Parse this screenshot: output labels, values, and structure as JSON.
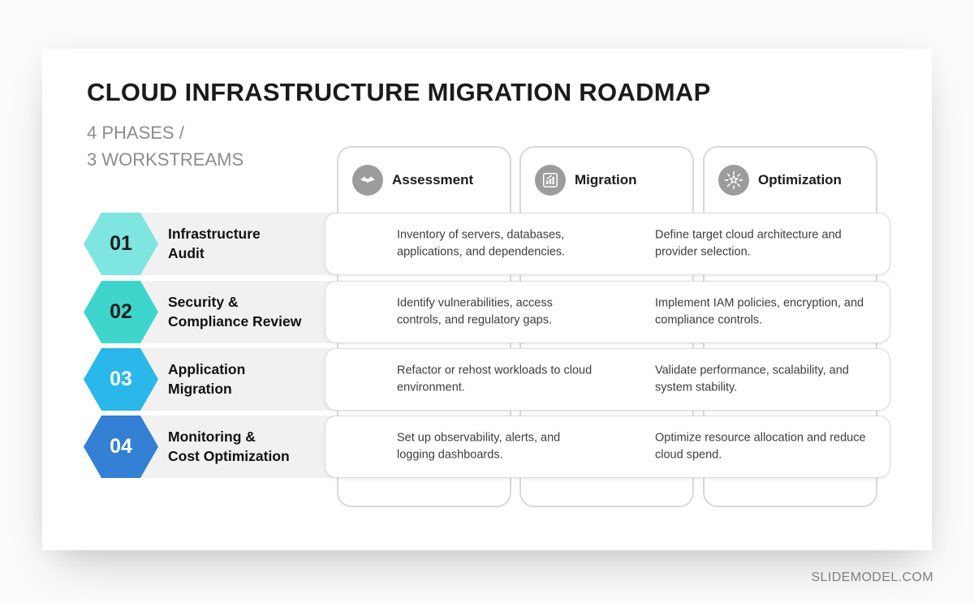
{
  "slide": {
    "title": "CLOUD INFRASTRUCTURE MIGRATION ROADMAP",
    "subtitle_line1": "4 PHASES /",
    "subtitle_line2": "3 WORKSTREAMS"
  },
  "workstreams": [
    {
      "label": "Assessment",
      "icon": "handshake-icon"
    },
    {
      "label": "Migration",
      "icon": "bar-chart-icon"
    },
    {
      "label": "Optimization",
      "icon": "starburst-icon"
    }
  ],
  "phases": [
    {
      "number": "01",
      "label_line1": "Infrastructure",
      "label_line2": "Audit",
      "hex_color": "#7ee5e1",
      "number_color": "#1f1f1f",
      "cells": [
        "Inventory of servers, databases, applications, and dependencies.",
        "Define target cloud architecture and provider selection."
      ]
    },
    {
      "number": "02",
      "label_line1": "Security &",
      "label_line2": "Compliance Review",
      "hex_color": "#3ed6cc",
      "number_color": "#1f1f1f",
      "cells": [
        "Identify vulnerabilities, access controls, and regulatory gaps.",
        "Implement IAM policies, encryption, and compliance controls."
      ]
    },
    {
      "number": "03",
      "label_line1": "Application",
      "label_line2": "Migration",
      "hex_color": "#29b8e9",
      "number_color": "#ffffff",
      "cells": [
        "Refactor or rehost workloads to cloud environment.",
        "Validate performance, scalability, and system stability."
      ]
    },
    {
      "number": "04",
      "label_line1": "Monitoring &",
      "label_line2": "Cost Optimization",
      "hex_color": "#3380d4",
      "number_color": "#ffffff",
      "cells": [
        "Set up observability, alerts, and logging dashboards.",
        "Optimize resource allocation and reduce cloud spend."
      ]
    }
  ],
  "footer": {
    "brand": "SLIDEMODEL.COM"
  },
  "colors": {
    "accent_teal": "#3ed6cc",
    "accent_blue": "#3380d4",
    "card_border": "#d9d9d9",
    "strip_bg": "#f1f1f2",
    "icon_circle": "#9c9c9c",
    "title_text": "#1b1b1b",
    "subtitle_text": "#8c8c8c",
    "body_text": "#3d3d3d"
  }
}
